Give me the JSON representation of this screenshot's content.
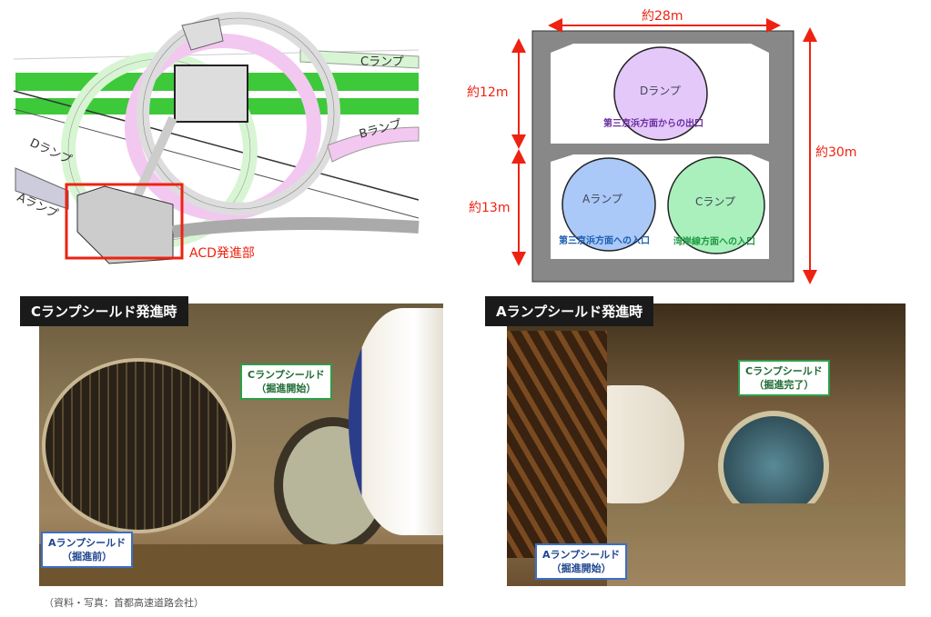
{
  "map": {
    "c_ramp": "Cランプ",
    "b_ramp": "Bランプ",
    "d_ramp": "Dランプ",
    "a_ramp": "Aランプ",
    "launch_area": "ACD発進部"
  },
  "section": {
    "width": "約28m",
    "height": "約30m",
    "upper": "約12m",
    "lower": "約13m",
    "d_ramp": "Dランプ",
    "d_desc": "第三京浜方面からの出口",
    "a_ramp": "Aランプ",
    "a_desc": "第三京浜方面への入口",
    "c_ramp": "Cランプ",
    "c_desc": "湾岸線方面への入口"
  },
  "photo1": {
    "title": "Cランプシールド発進時",
    "c_label": "Cランプシールド",
    "c_status": "（掘進開始）",
    "a_label": "Aランプシールド",
    "a_status": "（掘進前）"
  },
  "photo2": {
    "title": "Aランプシールド発進時",
    "c_label": "Cランプシールド",
    "c_status": "（掘進完了）",
    "a_label": "Aランプシールド",
    "a_status": "（掘進開始）"
  },
  "caption": "（資料・写真：首都高速道路会社）"
}
